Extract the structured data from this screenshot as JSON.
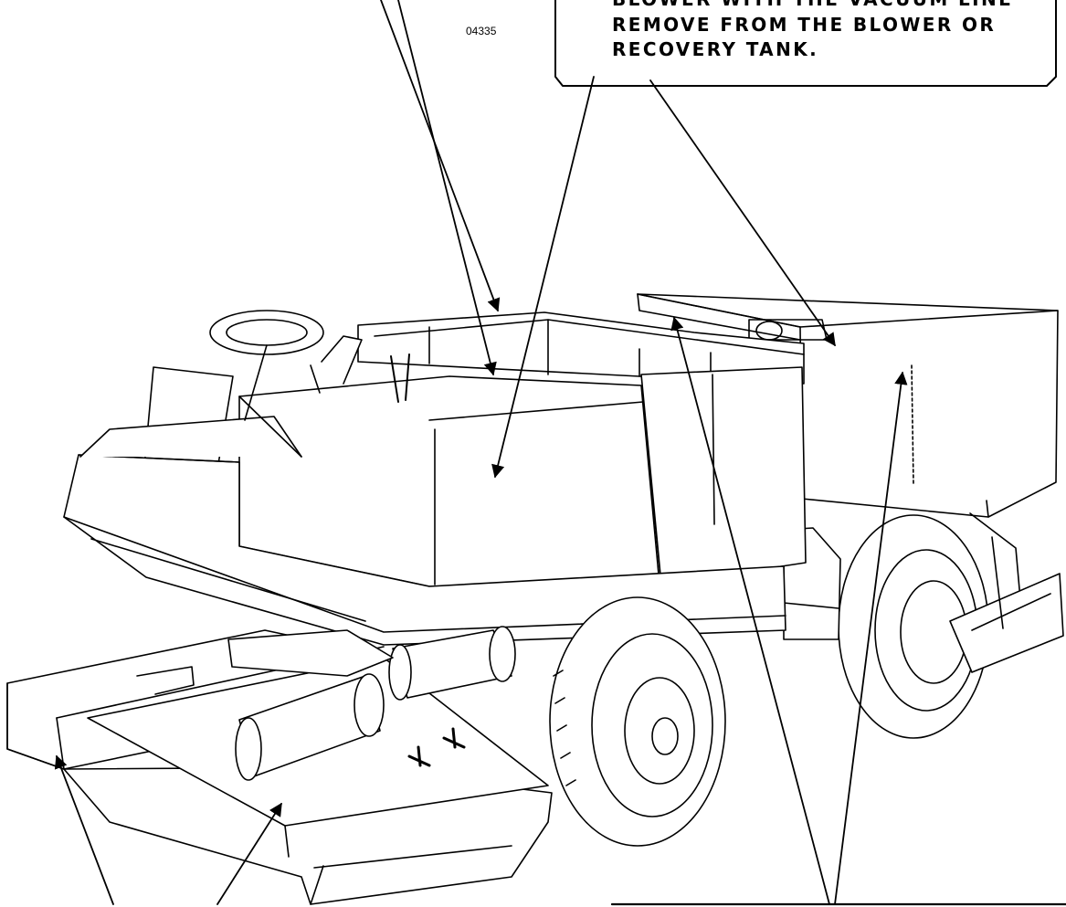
{
  "figure": {
    "part_number": "04335",
    "callout_lines": [
      "BLOWER WITH THE VACUUM LINE",
      "REMOVE FROM THE BLOWER OR",
      "RECOVERY TANK."
    ]
  }
}
